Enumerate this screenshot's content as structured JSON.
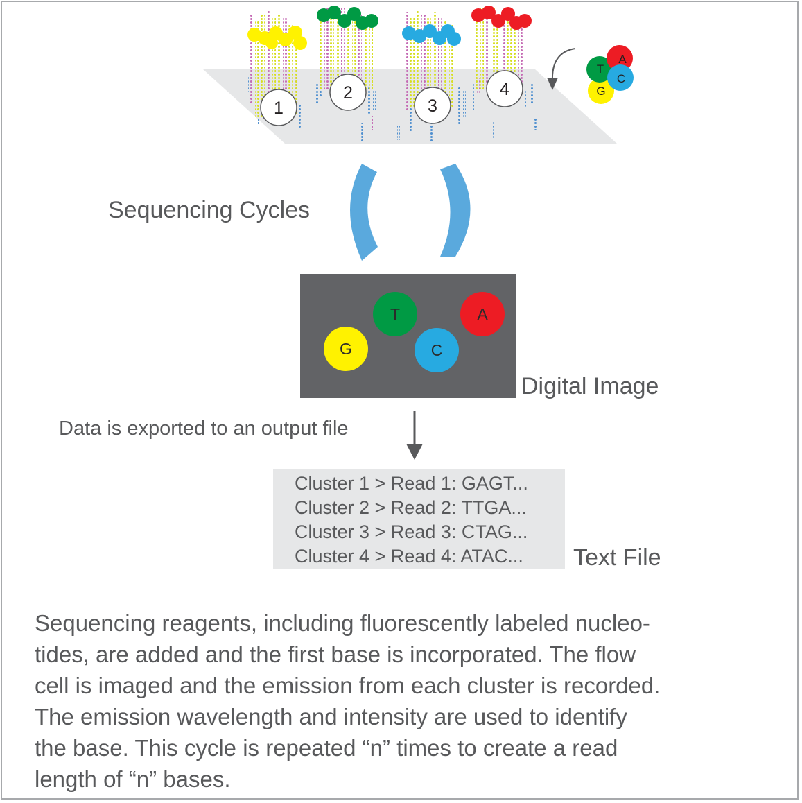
{
  "flow_cell": {
    "cluster_numbers": [
      "1",
      "2",
      "3",
      "4"
    ],
    "nucleotide_legend": [
      "A",
      "T",
      "C",
      "G"
    ]
  },
  "labels": {
    "sequencing_cycles": "Sequencing Cycles",
    "digital_image": "Digital Image",
    "export_note": "Data is exported to an output file",
    "text_file": "Text File"
  },
  "digital_image": {
    "bases": [
      "T",
      "A",
      "G",
      "C"
    ]
  },
  "text_file": {
    "lines": [
      "Cluster 1 > Read 1: GAGT...",
      "Cluster 2 > Read 2: TTGA...",
      "Cluster 3 > Read 3: CTAG...",
      "Cluster 4 > Read 4: ATAC..."
    ]
  },
  "caption": {
    "lines": [
      "Sequencing reagents, including fluorescently labeled nucleo-",
      "tides, are added and the first base is incorporated. The flow",
      "cell is imaged and the emission from each cluster is recorded.",
      "The emission wavelength and intensity are used to identify",
      "the base. This cycle is repeated “n” times to create a read",
      "length of “n” bases."
    ]
  },
  "colors": {
    "A": "#ed1c24",
    "T": "#009a44",
    "C": "#27aae1",
    "G": "#fff200",
    "strand_yellow": "#d7df23",
    "strand_pink": "#c56cb5",
    "strand_blue": "#4f8fcf",
    "cycle_arrow": "#5aa9dd",
    "image_bg": "#626366",
    "flow_cell": "#e6e7e8"
  }
}
